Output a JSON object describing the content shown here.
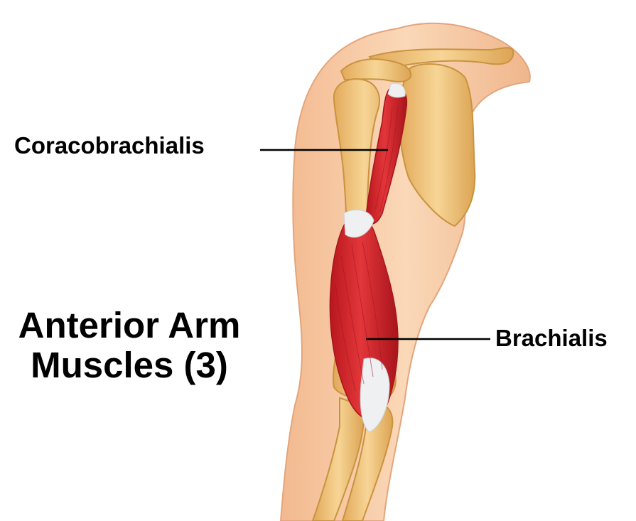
{
  "title": {
    "line1": "Anterior Arm",
    "line2": "Muscles (3)"
  },
  "labels": {
    "coracobrachialis": "Coracobrachialis",
    "brachialis": "Brachialis"
  },
  "colors": {
    "skin": "#f6caa3",
    "skin_edge": "#e3a57c",
    "bone": "#f0c27a",
    "bone_edge": "#c9933f",
    "muscle": "#d8282a",
    "muscle_dark": "#a7151c",
    "tendon": "#eef0f2",
    "leader_line": "#000000"
  }
}
